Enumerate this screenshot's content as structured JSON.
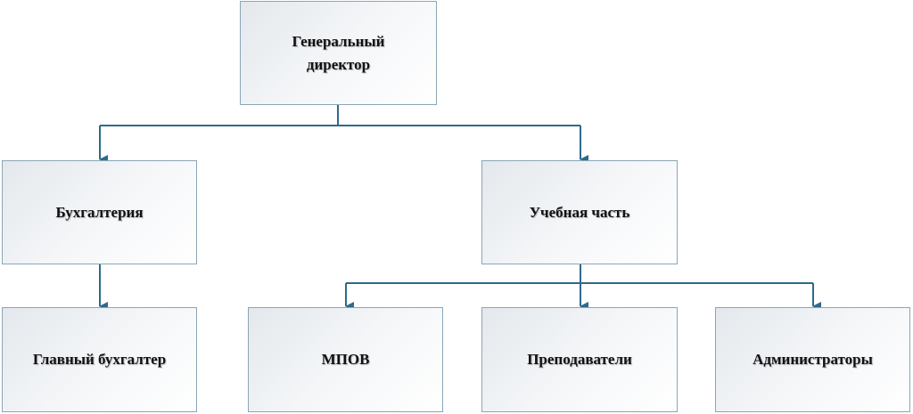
{
  "nodes": {
    "ceo": "Генеральный директор",
    "accounting": "Бухгалтерия",
    "education": "Учебная часть",
    "chief_accountant": "Главный бухгалтер",
    "mpov": "МПОВ",
    "teachers": "Преподаватели",
    "administrators": "Администраторы"
  },
  "colors": {
    "connector": "#2e6a8a",
    "border": "#8aa6b6"
  }
}
